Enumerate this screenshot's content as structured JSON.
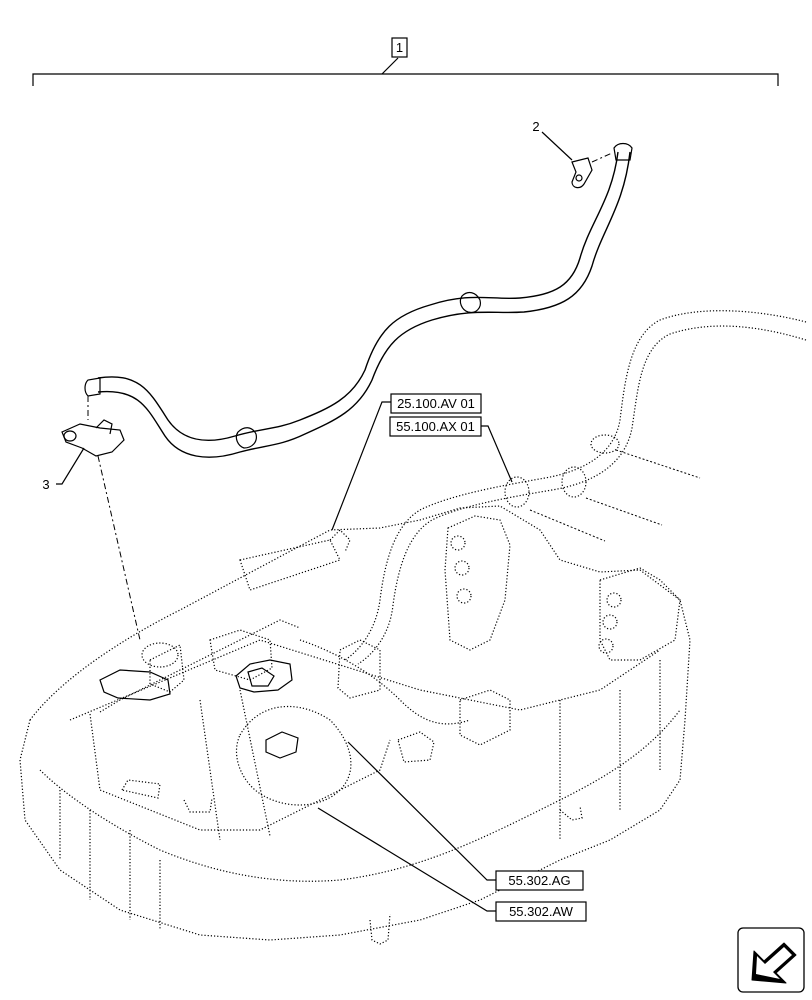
{
  "diagram": {
    "assembly_label": "1",
    "callouts": {
      "item2": "2",
      "item3": "3"
    },
    "references": {
      "ref_25_100_av_01": "25.100.AV 01",
      "ref_55_100_ax_01": "55.100.AX 01",
      "ref_55_302_ag": "55.302.AG",
      "ref_55_302_aw": "55.302.AW"
    },
    "nav_icon": "arrow-left-down-icon"
  }
}
